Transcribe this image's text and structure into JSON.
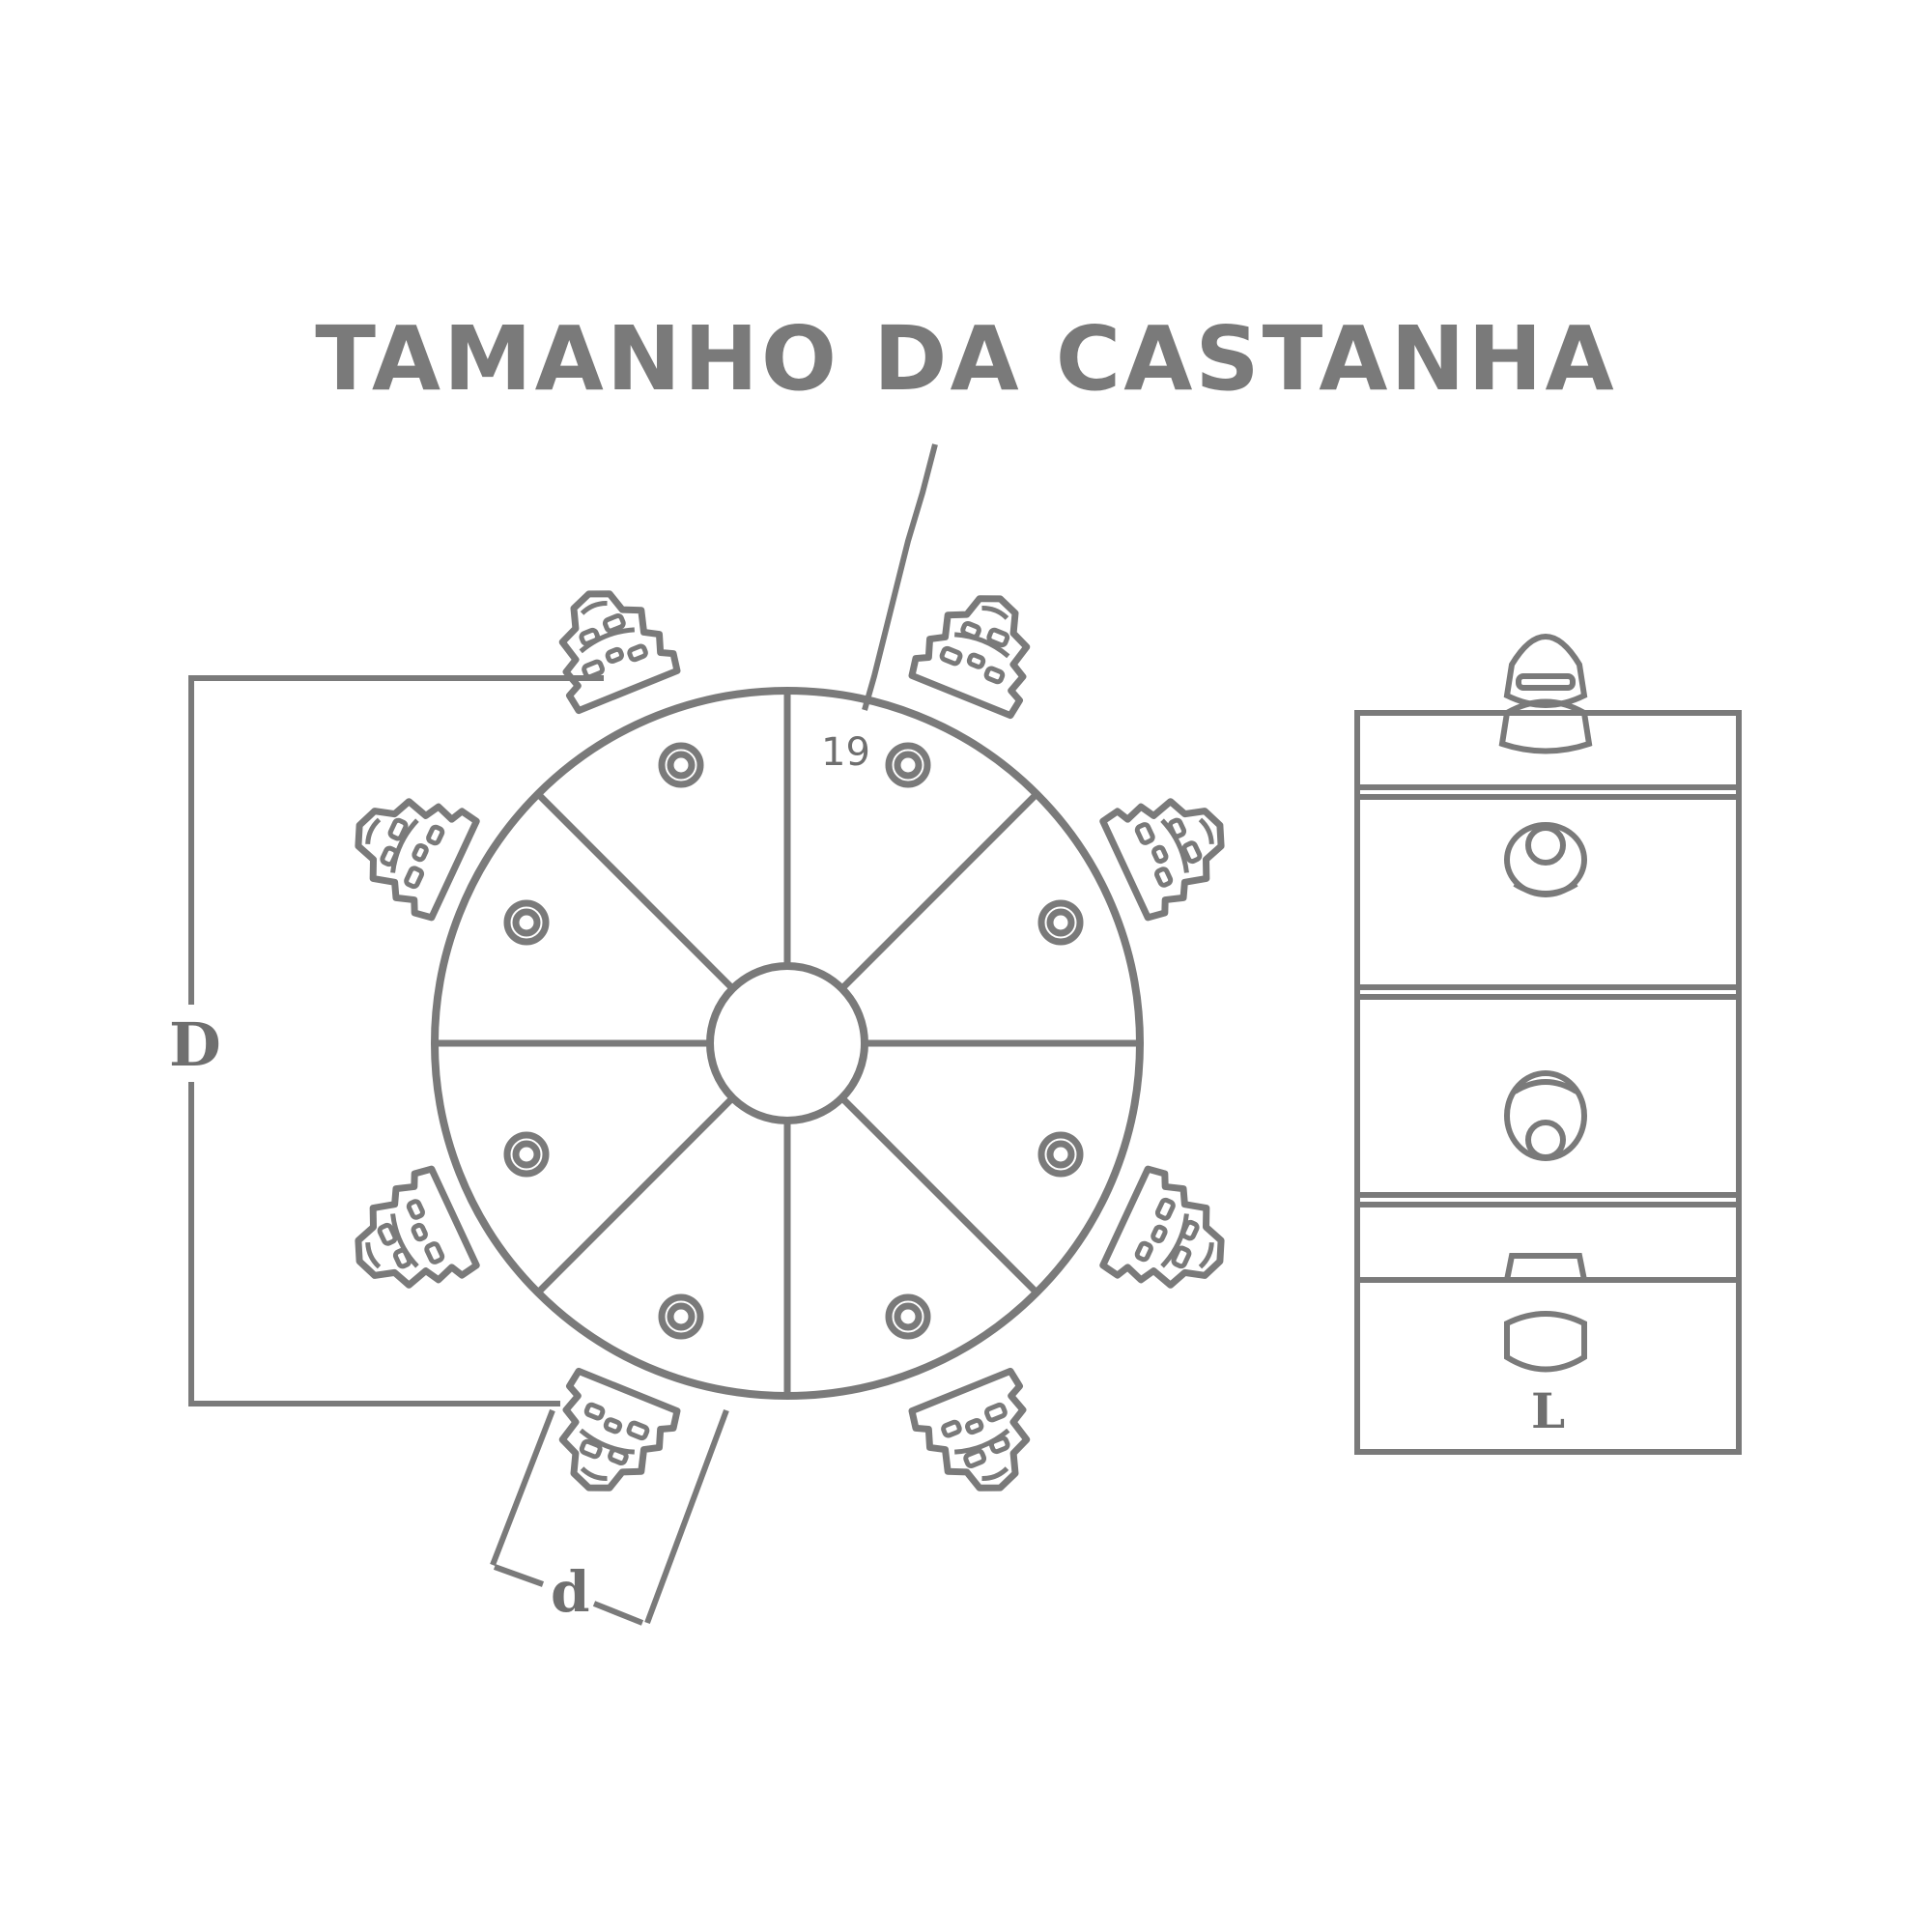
{
  "title": "TAMANHO DA CASTANHA",
  "labels": {
    "diameter": "D",
    "inner": "d",
    "length": "L",
    "angle": "19"
  },
  "colors": {
    "stroke": "#7a7a7a",
    "background": "#ffffff"
  }
}
